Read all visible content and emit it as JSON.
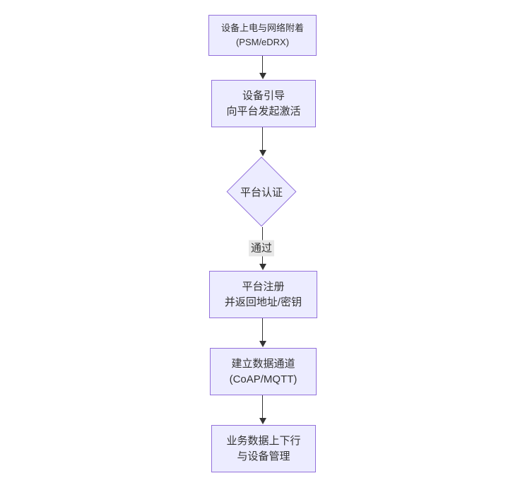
{
  "diagram": {
    "type": "flowchart",
    "direction": "top-down",
    "colors": {
      "background": "#ffffff",
      "node_fill": "#ECECFF",
      "node_border": "#9370DB",
      "text": "#333333",
      "edge_line": "#333333",
      "edge_label_bg": "#e8e8e8"
    },
    "nodes": [
      {
        "id": "power_attach",
        "shape": "rect",
        "lines": [
          "设备上电与网络附着",
          "(PSM/eDRX)"
        ]
      },
      {
        "id": "bootstrap",
        "shape": "rect",
        "lines": [
          "设备引导",
          "向平台发起激活"
        ]
      },
      {
        "id": "platform_auth",
        "shape": "diamond",
        "lines": [
          "平台认证"
        ]
      },
      {
        "id": "register",
        "shape": "rect",
        "lines": [
          "平台注册",
          "并返回地址/密钥"
        ]
      },
      {
        "id": "data_channel",
        "shape": "rect",
        "lines": [
          "建立数据通道",
          "(CoAP/MQTT)"
        ]
      },
      {
        "id": "business",
        "shape": "rect",
        "lines": [
          "业务数据上下行",
          "与设备管理"
        ]
      }
    ],
    "edges": [
      {
        "from": "power_attach",
        "to": "bootstrap",
        "label": ""
      },
      {
        "from": "bootstrap",
        "to": "platform_auth",
        "label": ""
      },
      {
        "from": "platform_auth",
        "to": "register",
        "label": "通过"
      },
      {
        "from": "register",
        "to": "data_channel",
        "label": ""
      },
      {
        "from": "data_channel",
        "to": "business",
        "label": ""
      }
    ]
  }
}
